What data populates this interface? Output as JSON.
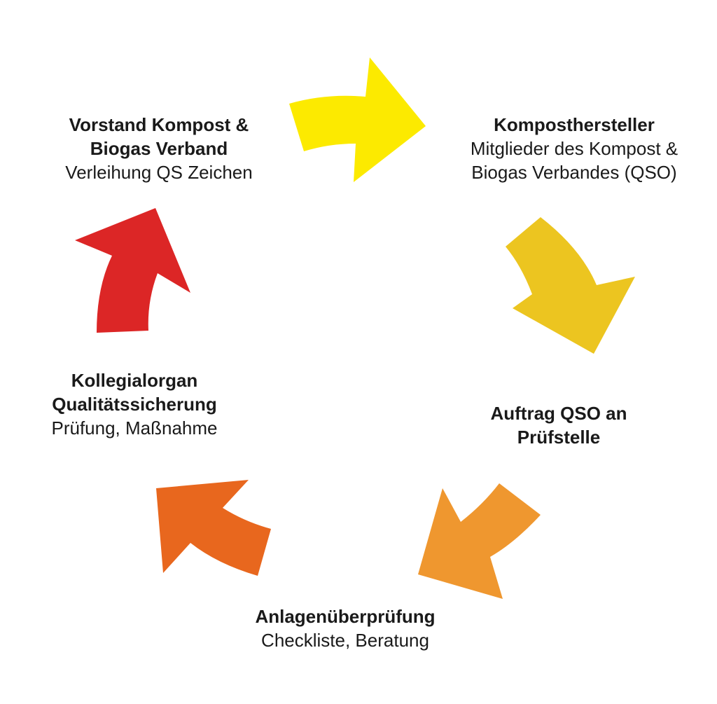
{
  "colors": {
    "arrow_1": "#FCEA00",
    "arrow_2": "#ECC520",
    "arrow_3": "#EF972F",
    "arrow_4": "#E8671E",
    "arrow_5": "#DC2626"
  },
  "steps": [
    {
      "title_lines": [
        "Vorstand Kompost &",
        "Biogas Verband"
      ],
      "text_lines": [
        "Verleihung QS Zeichen"
      ]
    },
    {
      "title_lines": [
        "Komposthersteller"
      ],
      "text_lines": [
        "Mitglieder des Kompost &",
        "Biogas Verbandes (QSO)"
      ]
    },
    {
      "title_lines": [
        "Auftrag QSO an",
        "Prüfstelle"
      ],
      "text_lines": []
    },
    {
      "title_lines": [
        "Anlagenüberprüfung"
      ],
      "text_lines": [
        "Checkliste, Beratung"
      ]
    },
    {
      "title_lines": [
        "Kollegialorgan",
        "Qualitätssicherung"
      ],
      "text_lines": [
        "Prüfung, Maßnahme"
      ]
    }
  ]
}
